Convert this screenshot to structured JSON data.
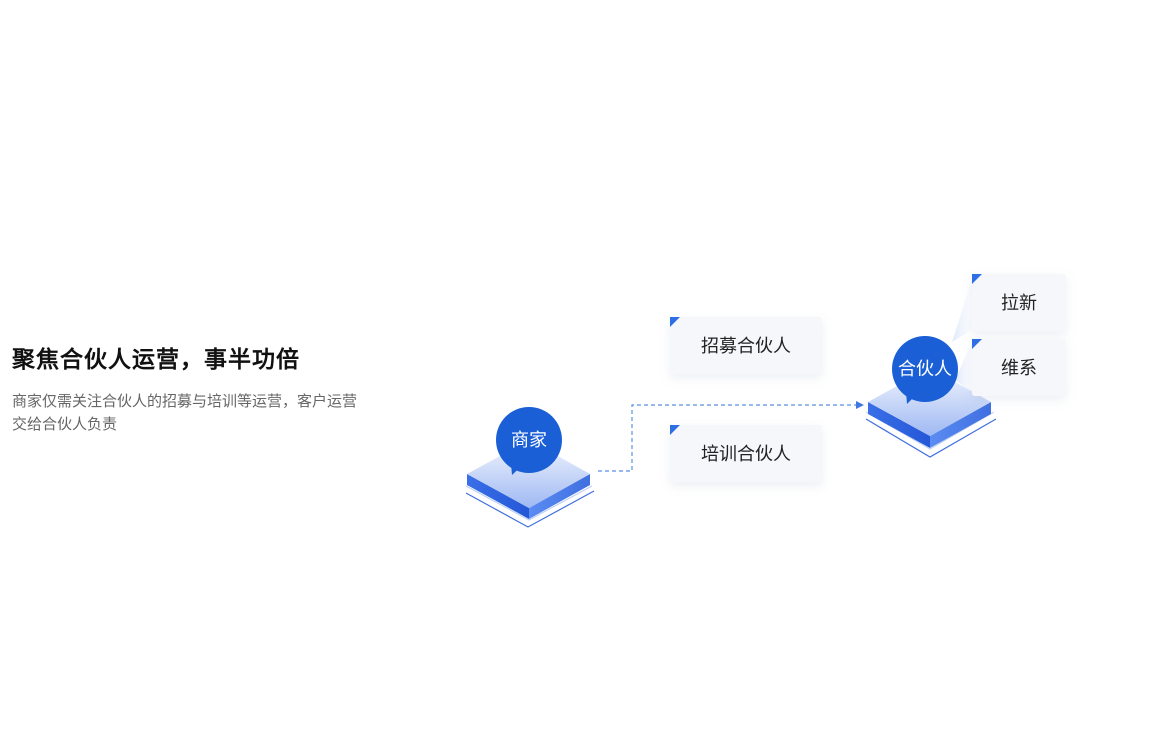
{
  "headline": "聚焦合伙人运营，事半功倍",
  "description": "商家仅需关注合伙人的招募与培训等运营，客户运营交给合伙人负责",
  "diagram": {
    "merchant_label": "商家",
    "partner_label": "合伙人",
    "tasks": [
      "招募合伙人",
      "培训合伙人"
    ],
    "partner_duties": [
      "拉新",
      "维系"
    ],
    "colors": {
      "accent": "#1a5fd6",
      "connector": "#5b8fe0",
      "card": "#f6f7fa"
    }
  }
}
